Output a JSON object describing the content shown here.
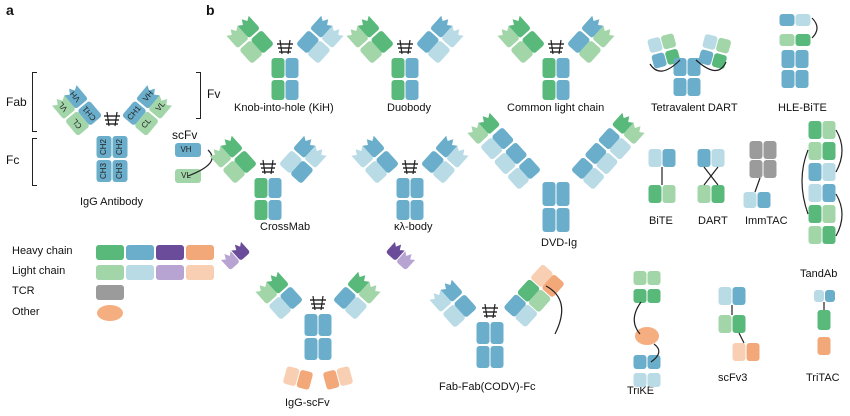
{
  "panels": {
    "a": "a",
    "b": "b"
  },
  "colors": {
    "heavy": [
      "#58b97b",
      "#6aaecb",
      "#6b4c9a",
      "#f2a878"
    ],
    "light": [
      "#a2d5a8",
      "#b9dbe6",
      "#b8a4d2",
      "#f8cfb2"
    ],
    "tcr": "#9b9b9b",
    "other": "#f5ae80",
    "hinge": "#222222"
  },
  "panel_a": {
    "fab": "Fab",
    "fc": "Fc",
    "fv": "Fv",
    "scfv": "scFv",
    "caption": "IgG Antibody",
    "domains": {
      "vh": "VH",
      "vl": "VL",
      "ch1": "CH1",
      "cl": "CL",
      "ch2": "CH2",
      "ch3": "CH3"
    }
  },
  "legend": {
    "heavy": "Heavy chain",
    "light": "Light chain",
    "tcr": "TCR",
    "other": "Other"
  },
  "formats": {
    "kih": "Knob-into-hole (KiH)",
    "duobody": "Duobody",
    "common_light_chain": "Common light chain",
    "tetravalent_dart": "Tetravalent DART",
    "hle_bite": "HLE-BiTE",
    "crossmab": "CrossMab",
    "kl_body": "κλ-body",
    "dvd_ig": "DVD-Ig",
    "bite": "BiTE",
    "dart": "DART",
    "immtac": "ImmTAC",
    "tandab": "TandAb",
    "igg_scfv": "IgG-scFv",
    "fab_fab": "Fab-Fab(CODV)-Fc",
    "trike": "TriKE",
    "scfv3": "scFv3",
    "tritac": "TriTAC"
  }
}
